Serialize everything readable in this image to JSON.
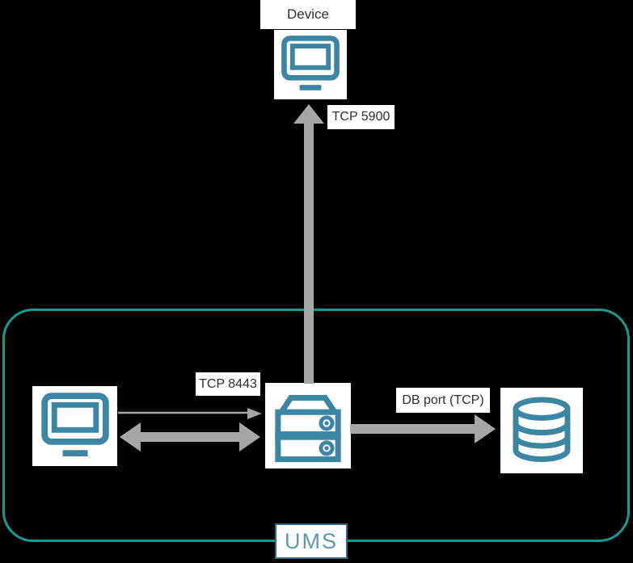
{
  "nodes": {
    "device": {
      "label": "Device",
      "icon": "monitor-icon"
    },
    "console": {
      "icon": "monitor-icon"
    },
    "server": {
      "icon": "server-icon"
    },
    "database": {
      "icon": "database-icon"
    }
  },
  "container": {
    "label": "UMS"
  },
  "connections": {
    "server_to_device": {
      "label": "TCP 5900",
      "direction": "up",
      "style": "thick"
    },
    "console_to_server": {
      "label": "TCP 8443",
      "direction": "right",
      "style": "thin"
    },
    "console_server_bidirectional": {
      "direction": "both",
      "style": "thick"
    },
    "server_to_database": {
      "label": "DB port (TCP)",
      "direction": "right",
      "style": "thick"
    }
  },
  "colors": {
    "background": "#000000",
    "icon": "#3a86a3",
    "container_border": "#169b90",
    "arrow": "#a6a6a6",
    "label_text": "#2e2e2e",
    "label_background": "#ffffff",
    "ums_text": "#5b99b4",
    "ums_border": "#2e6b7d"
  }
}
